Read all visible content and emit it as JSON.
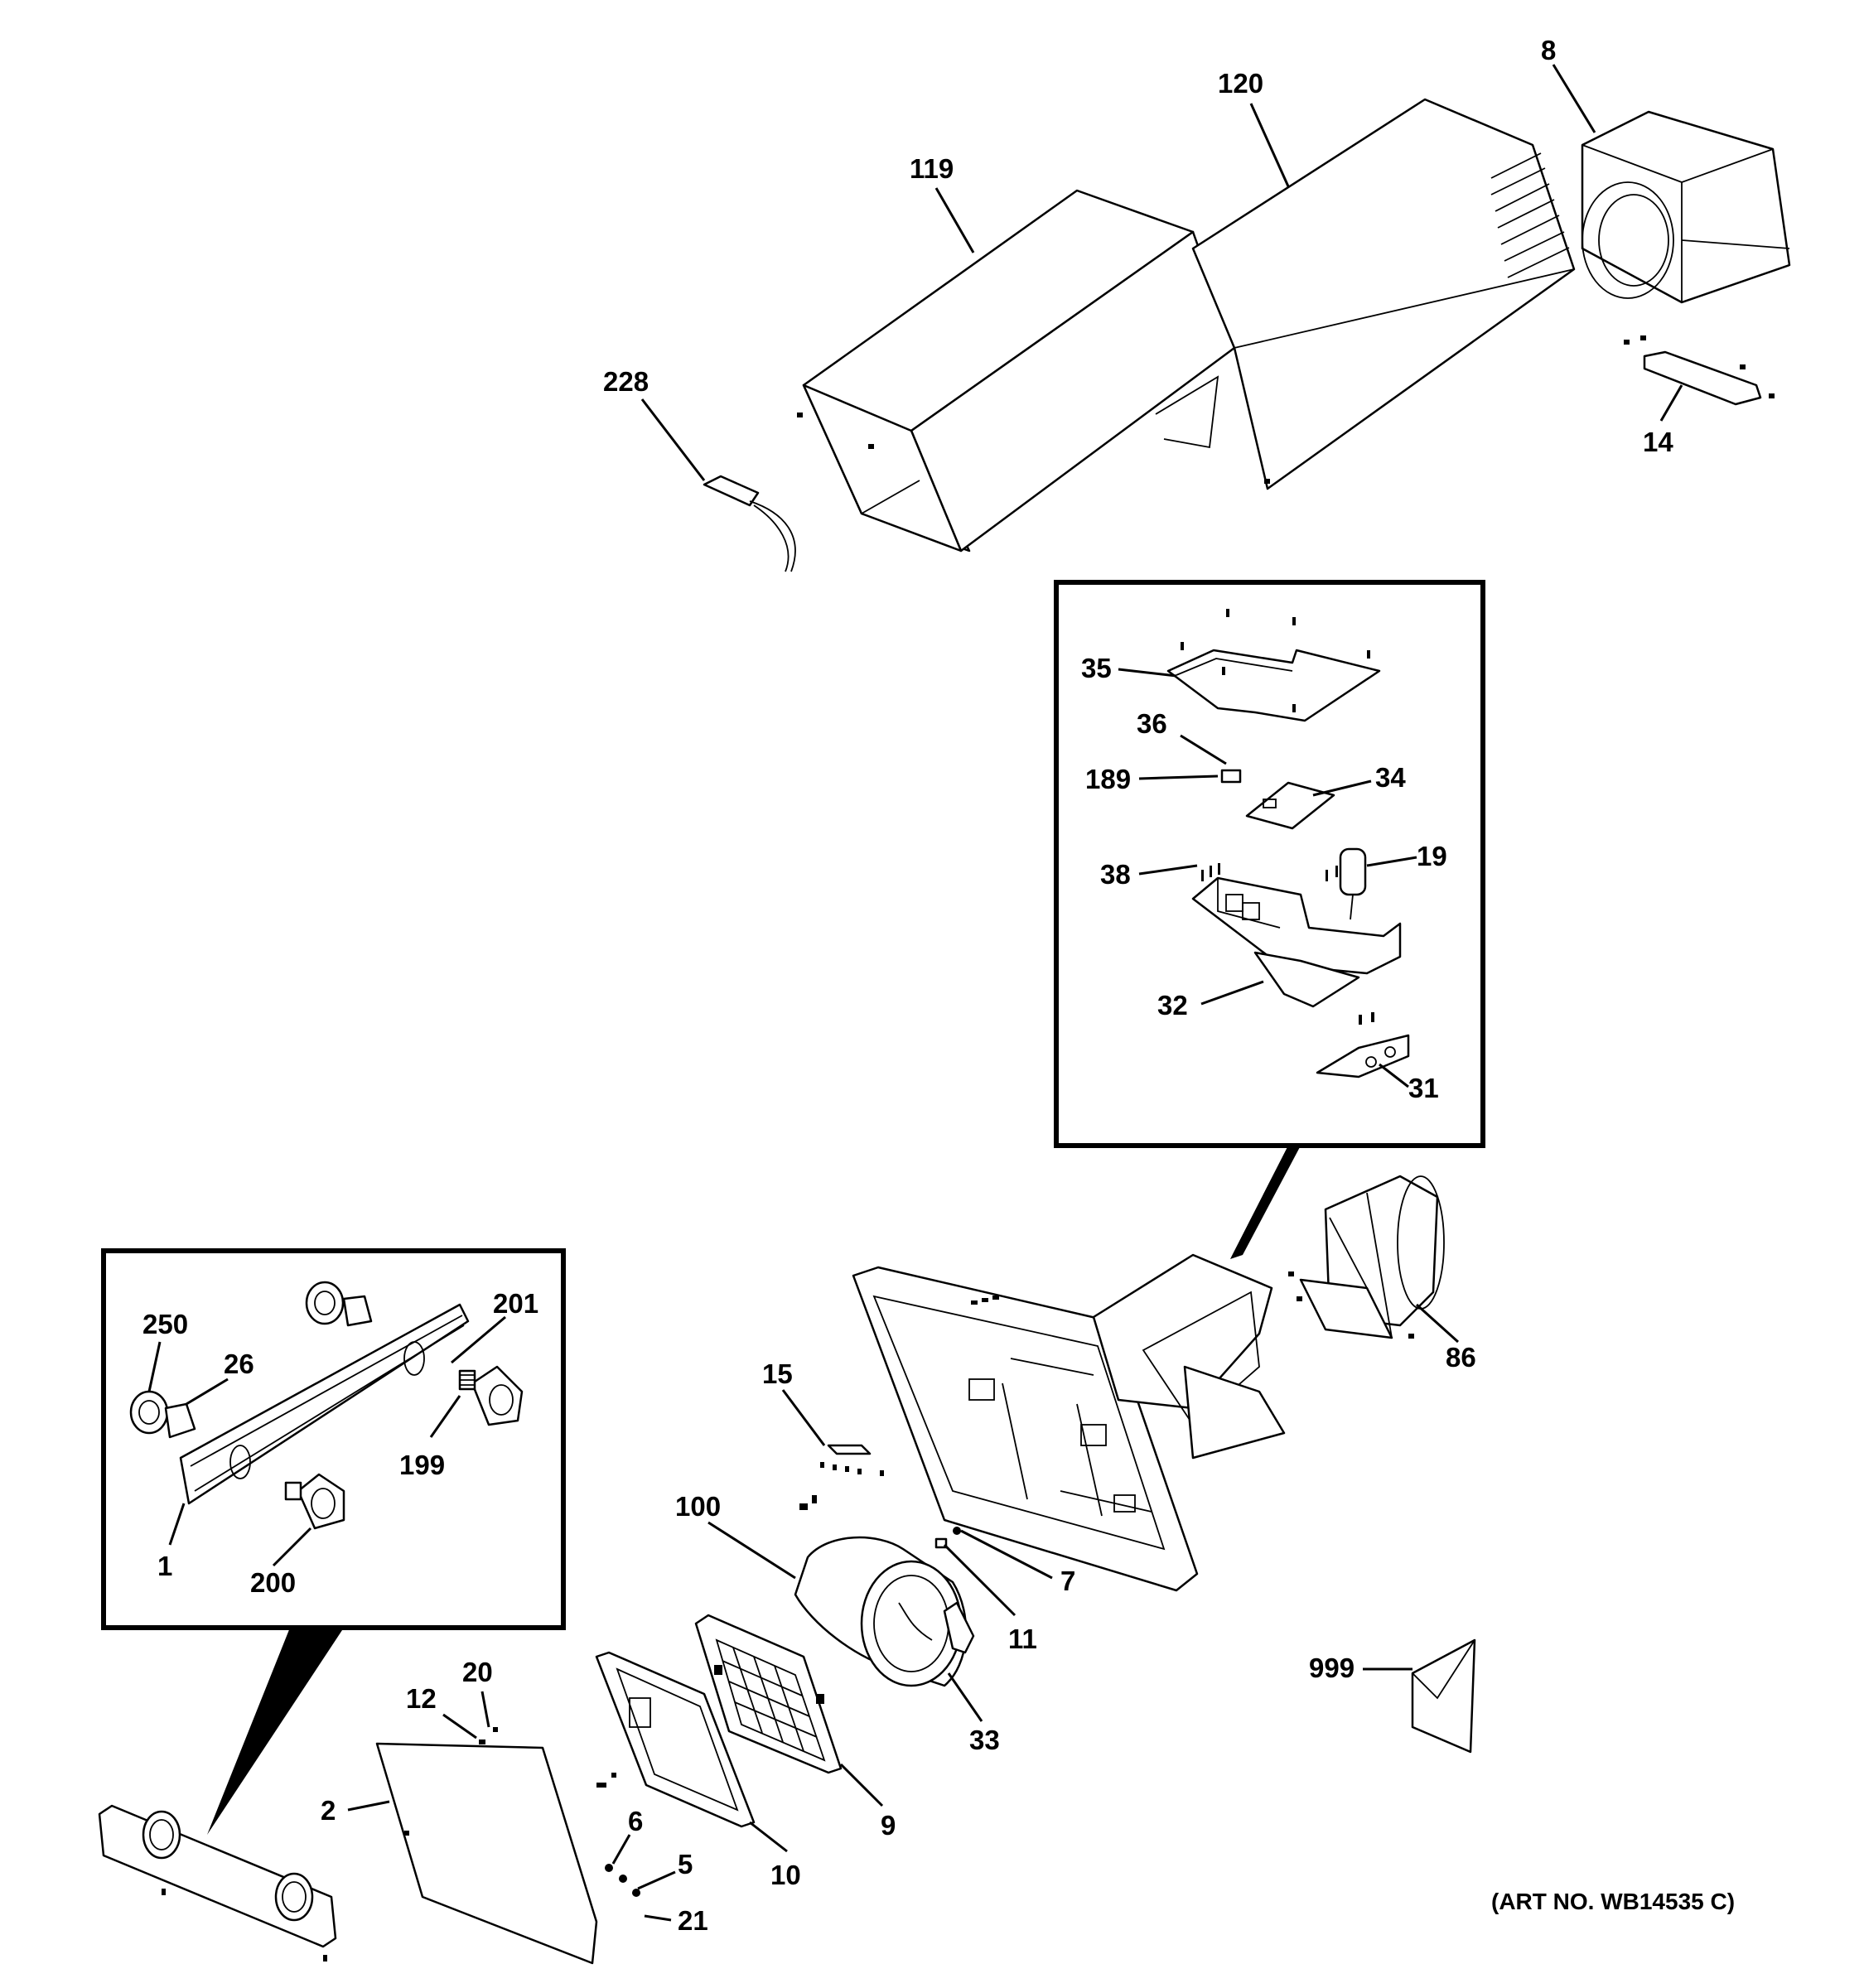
{
  "diagram": {
    "art_number": "(ART NO. WB14535 C)",
    "callouts": [
      "8",
      "120",
      "119",
      "14",
      "228",
      "35",
      "36",
      "189",
      "34",
      "38",
      "19",
      "32",
      "31",
      "250",
      "26",
      "201",
      "199",
      "1",
      "200",
      "86",
      "15",
      "100",
      "7",
      "11",
      "33",
      "999",
      "20",
      "12",
      "2",
      "9",
      "10",
      "6",
      "5",
      "21"
    ]
  }
}
